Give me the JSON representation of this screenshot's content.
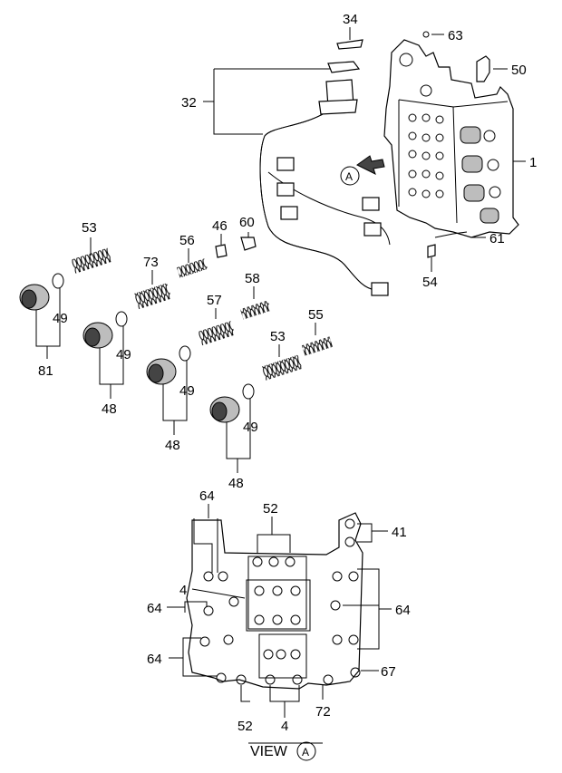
{
  "callouts": {
    "c34": "34",
    "c63": "63",
    "c50": "50",
    "c32": "32",
    "c1": "1",
    "cA": "A",
    "c61": "61",
    "c54": "54",
    "c53a": "53",
    "c46": "46",
    "c60": "60",
    "c56": "56",
    "c73": "73",
    "c49a": "49",
    "c81": "81",
    "c57": "57",
    "c58": "58",
    "c49b": "49",
    "c48a": "48",
    "c55": "55",
    "c53b": "53",
    "c49c": "49",
    "c48b": "48",
    "c49d": "49",
    "c48c": "48",
    "v64a": "64",
    "v52a": "52",
    "v41": "41",
    "v4a": "4",
    "v64b": "64",
    "v64c": "64",
    "v64d": "64",
    "v67": "67",
    "v52b": "52",
    "v4b": "4",
    "v72": "72"
  },
  "view_caption": {
    "label": "VIEW",
    "circle": "A"
  }
}
